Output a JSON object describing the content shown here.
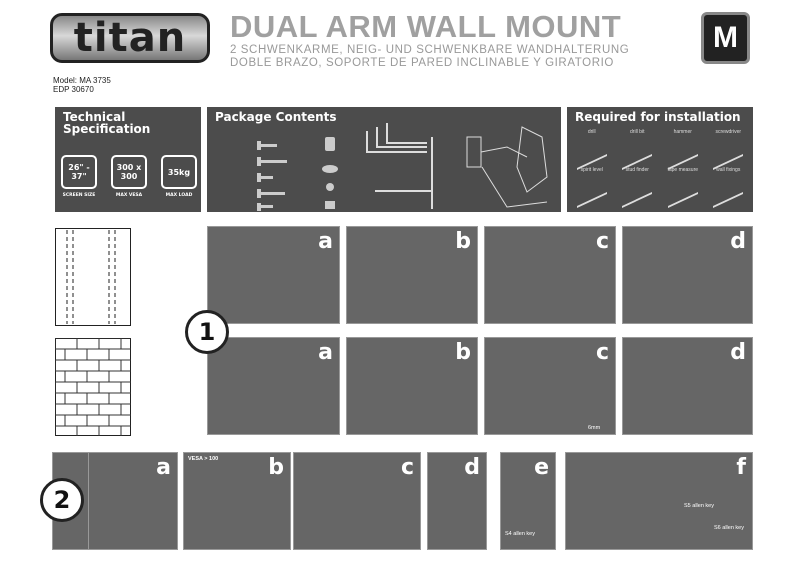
{
  "header": {
    "logo": "titan",
    "title": "DUAL ARM WALL MOUNT",
    "subtitle_de": "2 SCHWENKARME, NEIG- UND SCHWENKBARE WANDHALTERUNG",
    "subtitle_es": "DOBLE BRAZO, SOPORTE DE PARED INCLINABLE Y GIRATORIO",
    "size_badge": "M",
    "model": "Model: MA 3735",
    "edp": "EDP 30670"
  },
  "tech_spec": {
    "title_line1": "Technical",
    "title_line2": "Specification",
    "items": [
      {
        "value": "26\" - 37\"",
        "label": "SCREEN SIZE",
        "icon": "tv-icon"
      },
      {
        "value": "300 x 300",
        "label": "MAX VESA",
        "icon": "vesa-icon"
      },
      {
        "value": "35kg",
        "label": "MAX LOAD",
        "icon": "weight-icon"
      }
    ]
  },
  "package": {
    "title": "Package Contents"
  },
  "required": {
    "title": "Required for installation",
    "tools": [
      {
        "label": "drill",
        "icon": "drill-icon"
      },
      {
        "label": "drill bit",
        "icon": "drill-bit-icon"
      },
      {
        "label": "hammer",
        "icon": "hammer-icon"
      },
      {
        "label": "screwdriver",
        "icon": "screwdriver-icon"
      },
      {
        "label": "spirit level",
        "icon": "spirit-level-icon"
      },
      {
        "label": "stud finder",
        "icon": "stud-finder-icon"
      },
      {
        "label": "tape measure",
        "icon": "tape-measure-icon"
      },
      {
        "label": "wall fixings",
        "icon": "wall-fixings-icon"
      }
    ]
  },
  "step1": {
    "number": "1",
    "row1_letters": [
      "a",
      "b",
      "c",
      "d"
    ],
    "row2_letters": [
      "a",
      "b",
      "c",
      "d"
    ],
    "drill_size": "6mm"
  },
  "step2": {
    "number": "2",
    "letters": [
      "a",
      "b",
      "c",
      "d",
      "e",
      "f"
    ],
    "vesa_note": "VESA > 100",
    "labels": {
      "e_key": "S4 allen key",
      "f_key1": "S5 allen key",
      "f_key2": "S6 allen key"
    }
  },
  "colors": {
    "panel_dark": "#4c4c4c",
    "panel": "#666666",
    "title_gray": "#a0a0a0"
  }
}
